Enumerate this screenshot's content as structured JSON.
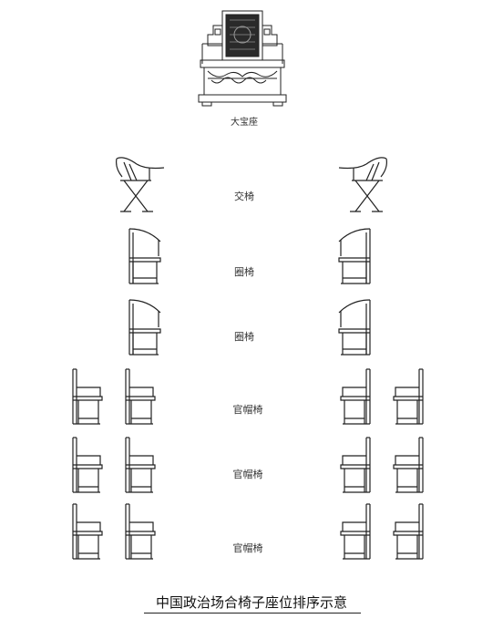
{
  "labels": {
    "throne": "大宝座",
    "folding_chair": "交椅",
    "round_chair_1": "圈椅",
    "round_chair_2": "圈椅",
    "official_chair_1": "官帽椅",
    "official_chair_2": "官帽椅",
    "official_chair_3": "官帽椅"
  },
  "caption": "中国政治场合椅子座位排序示意",
  "colors": {
    "line": "#222222",
    "throne_panel": "#2a2a2a",
    "background": "#ffffff"
  }
}
